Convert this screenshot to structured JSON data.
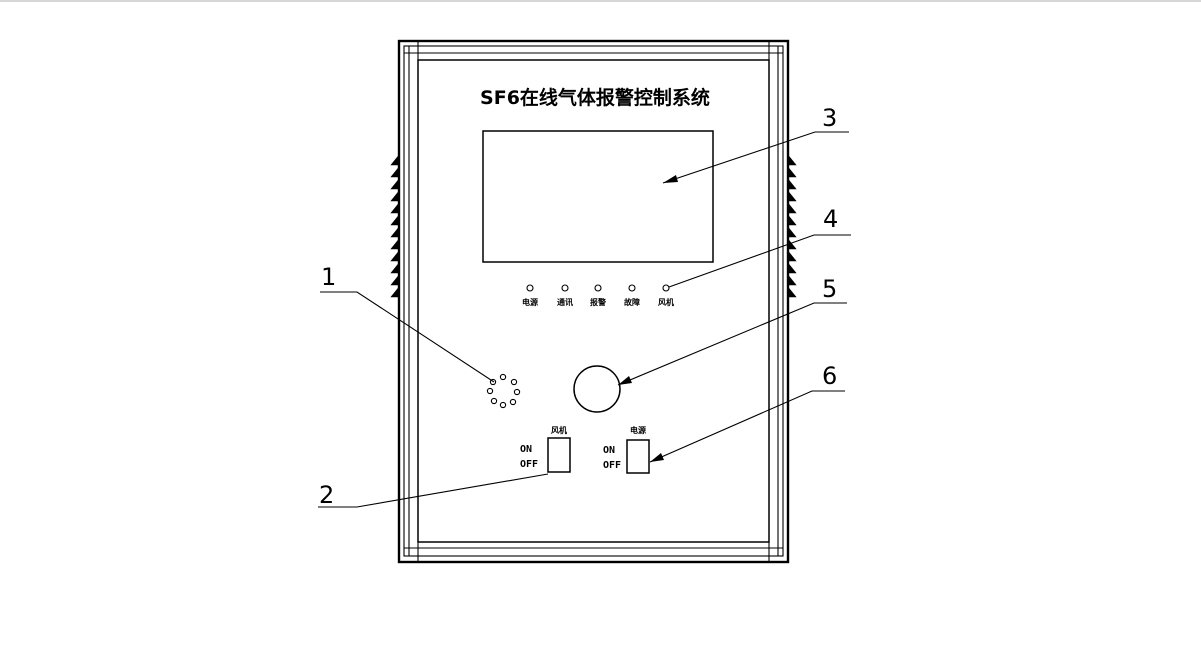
{
  "title": "SF6在线气体报警控制系统",
  "indicators": [
    "电源",
    "通讯",
    "报警",
    "故障",
    "风机"
  ],
  "switches": [
    {
      "label": "风机",
      "on": "ON",
      "off": "OFF"
    },
    {
      "label": "电源",
      "on": "ON",
      "off": "OFF"
    }
  ],
  "callouts": [
    "1",
    "2",
    "3",
    "4",
    "5",
    "6"
  ]
}
